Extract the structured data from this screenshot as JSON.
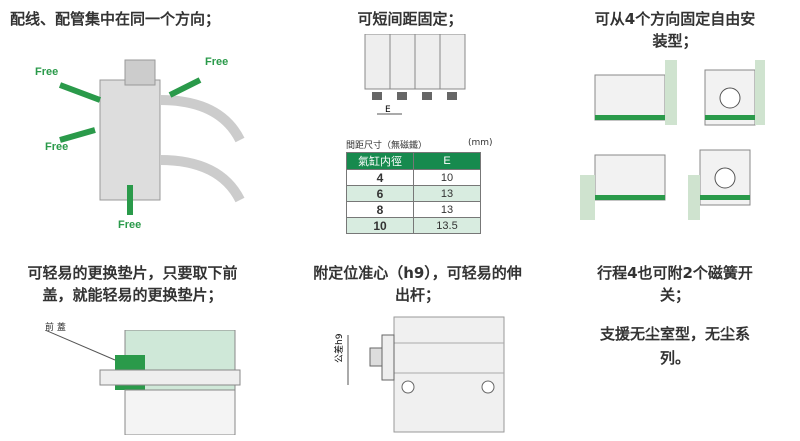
{
  "features": [
    {
      "text": "配线、配管集中在同一个方向；",
      "free_labels": [
        "Free",
        "Free",
        "Free",
        "Free"
      ]
    },
    {
      "text": "可短间距固定；",
      "dimension_label": "E",
      "table": {
        "caption": "間距尺寸（無磁鐵）",
        "unit": "(mm)",
        "headers": [
          "氣缸内徑",
          "E"
        ],
        "rows": [
          [
            "4",
            "10"
          ],
          [
            "6",
            "13"
          ],
          [
            "8",
            "13"
          ],
          [
            "10",
            "13.5"
          ]
        ]
      }
    },
    {
      "text_lines": [
        "可从4个方向固定自由安",
        "装型；"
      ]
    },
    {
      "text_lines": [
        "可轻易的更换垫片，只要取下前",
        "盖，就能轻易的更换垫片；"
      ],
      "callout": "前 蓋"
    },
    {
      "text_lines": [
        "附定位准心（h9），可轻易的伸",
        "出杆；"
      ],
      "dimension_label": "公差h9"
    },
    {
      "text_lines": [
        "行程4也可附2个磁簧开",
        "关；"
      ],
      "text2_lines": [
        "支援无尘室型，无尘系",
        "列。"
      ]
    }
  ],
  "colors": {
    "accent": "#178a4e",
    "text": "#333333"
  }
}
